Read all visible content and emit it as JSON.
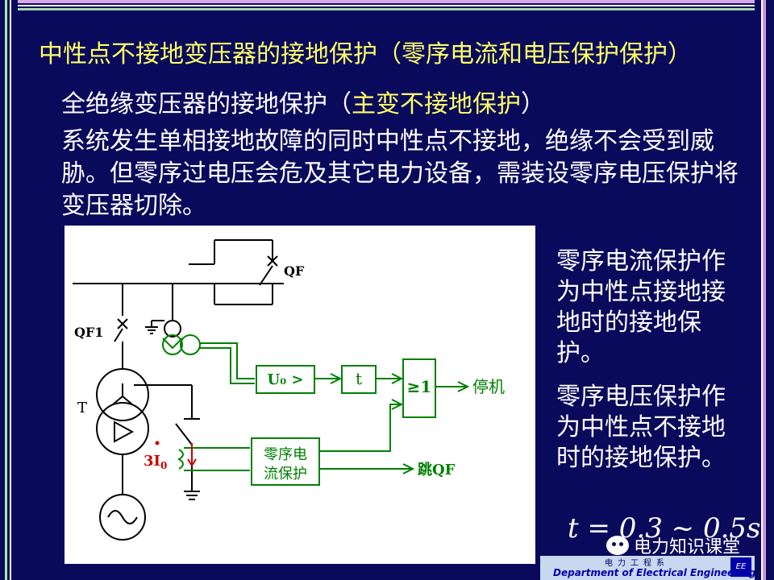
{
  "title": "中性点不接地变压器的接地保护（零序电流和电压保护保护）",
  "subtitle": {
    "prefix": "全绝缘变压器的接地保护（",
    "highlight": "主变不接地保护",
    "suffix": "）"
  },
  "paragraph": "系统发生单相接地故障的同时中性点不接地，绝缘不会受到威胁。但零序过电压会危及其它电力设备，需装设零序电压保护将变压器切除。",
  "diagram": {
    "breaker_qf": "QF",
    "breaker_qf1": "QF1",
    "transformer": "T",
    "current_prefix": "3",
    "current_symbol": "I",
    "current_sub": "0",
    "voltage_relay": "U₀ >",
    "timer": "t",
    "or_gate": "≥1",
    "stop_output": "停机",
    "zero_seq_current_line1": "零序电",
    "zero_seq_current_line2": "流保护",
    "trip_output": "跳QF"
  },
  "notes": {
    "current_protection": "零序电流保护作为中性点接地接地时的接地保护。",
    "voltage_protection": "零序电压保护作为中性点不接地时的接地保护。"
  },
  "formula": "t = 0.3 ~ 0.5s",
  "watermark": "电力知识课堂",
  "department": {
    "cn": "电力工程系",
    "en": "Department of Electrical Engineering",
    "badge": "EE"
  },
  "colors": {
    "background": "#0a0a5c",
    "title": "#ffff66",
    "text": "#ffffff",
    "diagram_green": "#008000",
    "diagram_red": "#cc0000"
  }
}
